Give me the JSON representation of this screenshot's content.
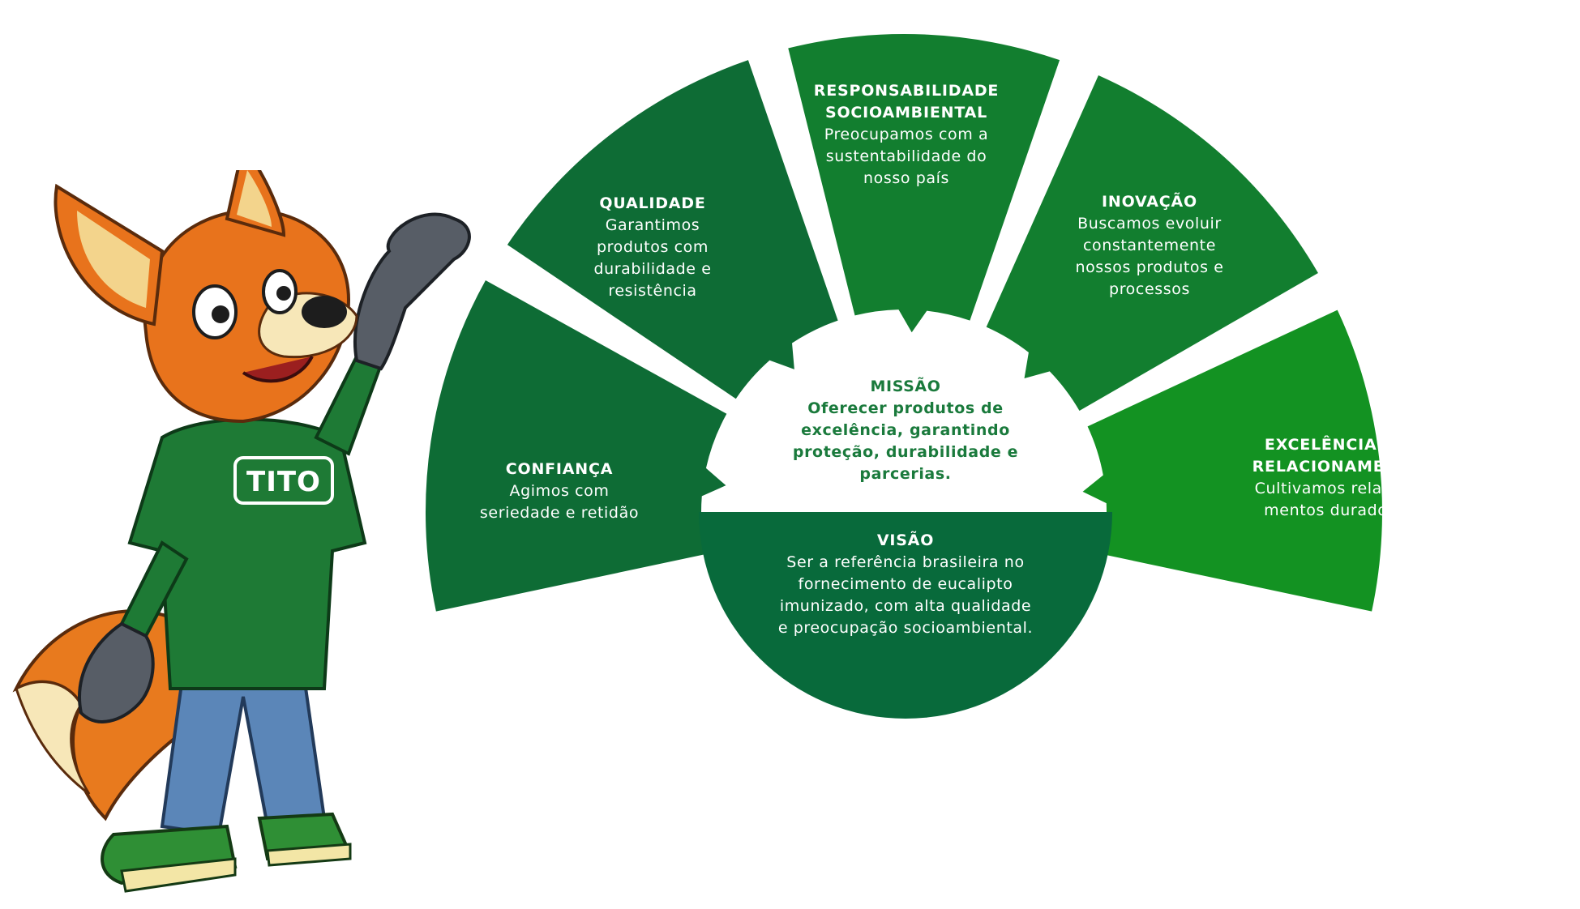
{
  "colors": {
    "segment_dark": "#0e6c35",
    "segment_mid": "#127e2f",
    "segment_bright": "#139222",
    "vision": "#086a3b",
    "mission_text": "#1a7a3c",
    "gap": "#ffffff"
  },
  "mascot": {
    "icon": "fox-mascot-icon",
    "shirt_label": "TITO"
  },
  "segments": [
    {
      "id": "confianca",
      "title": [
        "CONFIANÇA"
      ],
      "text": [
        "Agimos com",
        "seriedade e retidão"
      ],
      "color": "#0e6c35"
    },
    {
      "id": "qualidade",
      "title": [
        "QUALIDADE"
      ],
      "text": [
        "Garantimos",
        "produtos com",
        "durabilidade e",
        "resistência"
      ],
      "color": "#0e6c35"
    },
    {
      "id": "responsabilidade",
      "title": [
        "RESPONSABILIDADE",
        "SOCIOAMBIENTAL"
      ],
      "text": [
        "Preocupamos com a",
        "sustentabilidade do",
        "nosso país"
      ],
      "color": "#127e2f"
    },
    {
      "id": "inovacao",
      "title": [
        "INOVAÇÃO"
      ],
      "text": [
        "Buscamos evoluir",
        "constantemente",
        "nossos produtos e",
        "processos"
      ],
      "color": "#127e2f"
    },
    {
      "id": "excelencia",
      "title": [
        "EXCELÊNCIA NOS",
        "RELACIONAMENTOS"
      ],
      "text": [
        "Cultivamos relaciona-",
        "mentos duradouros"
      ],
      "color": "#139222"
    }
  ],
  "mission": {
    "title": "MISSÃO",
    "text": [
      "Oferecer produtos de",
      "excelência, garantindo",
      "proteção, durabilidade e",
      "parcerias."
    ]
  },
  "vision": {
    "title": "VISÃO",
    "text": [
      "Ser a referência brasileira no",
      "fornecimento de eucalipto",
      "imunizado, com alta qualidade",
      "e preocupação socioambiental."
    ],
    "color": "#086a3b"
  }
}
